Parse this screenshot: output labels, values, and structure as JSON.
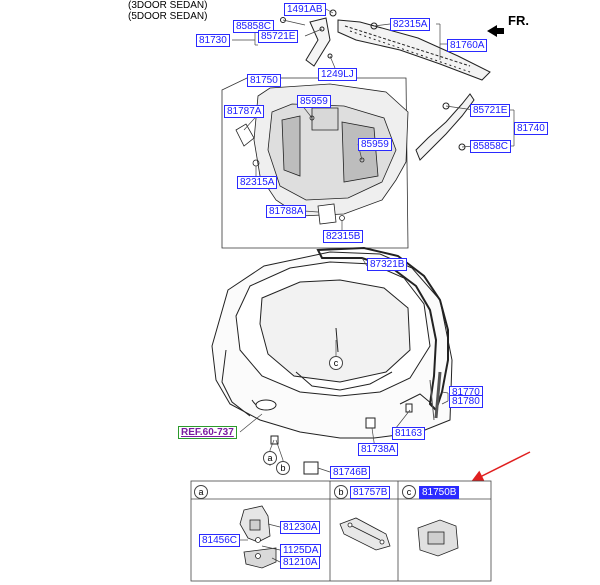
{
  "header": {
    "note_line1": "(3DOOR SEDAN)",
    "note_line2": "(5DOOR SEDAN)",
    "direction": "FR."
  },
  "parts": {
    "p1491AB": "1491AB",
    "p85858C_top": "85858C",
    "p81730": "81730",
    "p85721E_top": "85721E",
    "p82315A_top": "82315A",
    "p81760A": "81760A",
    "p1249LJ": "1249LJ",
    "p81750": "81750",
    "p85959_a": "85959",
    "p81787A": "81787A",
    "p85959_b": "85959",
    "p82315A_left": "82315A",
    "p81788A": "81788A",
    "p82315B": "82315B",
    "p85721E_right": "85721E",
    "p81740": "81740",
    "p85858C_right": "85858C",
    "p87321B": "87321B",
    "p81770": "81770",
    "p81780": "81780",
    "p81163": "81163",
    "p81738A": "81738A",
    "p81746B": "81746B",
    "p81757B": "81757B",
    "p81750B": "81750B",
    "p81230A": "81230A",
    "p81456C": "81456C",
    "p1125DA": "1125DA",
    "p81210A": "81210A"
  },
  "reference": "REF.60-737",
  "callouts": {
    "a": "a",
    "b": "b",
    "c": "c"
  },
  "colors": {
    "part_label_text": "#1a1aff",
    "part_label_border": "#2a2aff",
    "highlight_fill": "#2b2bff",
    "reference_text": "#7a1ca0",
    "reference_border": "#2c9a2c",
    "arrow": "#e02020"
  }
}
